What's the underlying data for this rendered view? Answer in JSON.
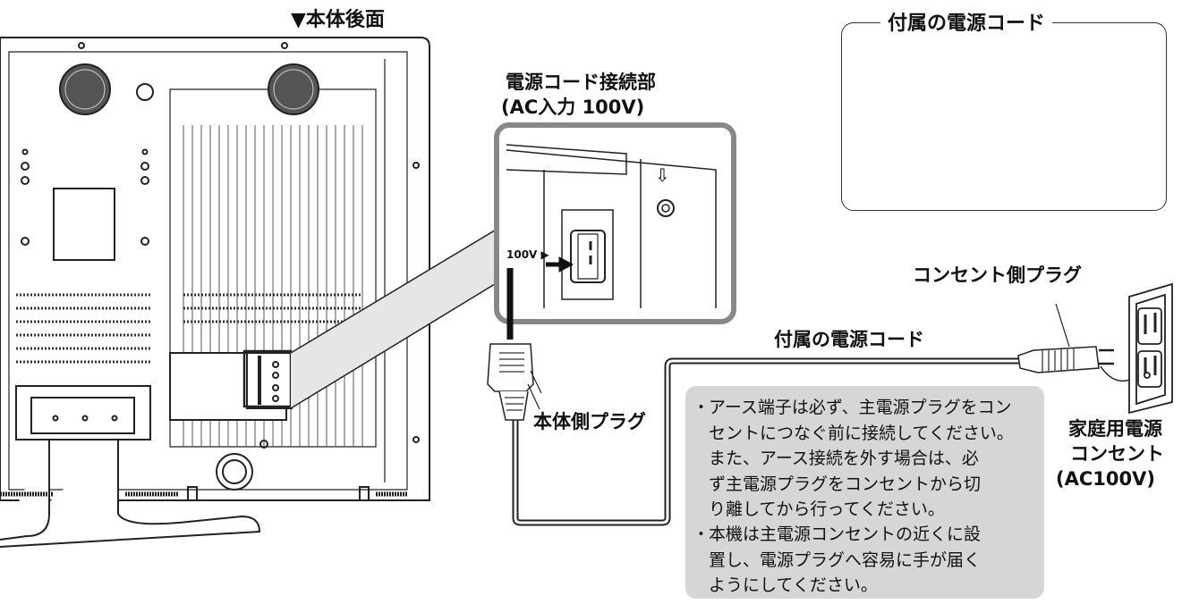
{
  "title_rear": "▼本体後面",
  "connector_title": [
    "電源コード接続部",
    "(AC入力 100V)"
  ],
  "voltage_mark": "100V ▶",
  "ground_symbol": "⇩",
  "accessory_panel_title": "付属の電源コード",
  "cord_label": "付属の電源コード",
  "outlet_plug_label": "コンセント側プラグ",
  "body_plug_label": "本体側プラグ",
  "outlet_label": [
    "家庭用電源",
    "コンセント",
    "(AC100V)"
  ],
  "notes": [
    {
      "bullet": "・",
      "text": "アース端子は必ず、主電源プラグをコン\nセントにつなぐ前に接続してください。\nまた、アース接続を外す場合は、必\nず主電源プラグをコンセントから切\nり離してから行ってください。"
    },
    {
      "bullet": "・",
      "text": "本機は主電源コンセントの近くに設\n置し、電源プラグへ容易に手が届く\nようにしてください。"
    }
  ]
}
